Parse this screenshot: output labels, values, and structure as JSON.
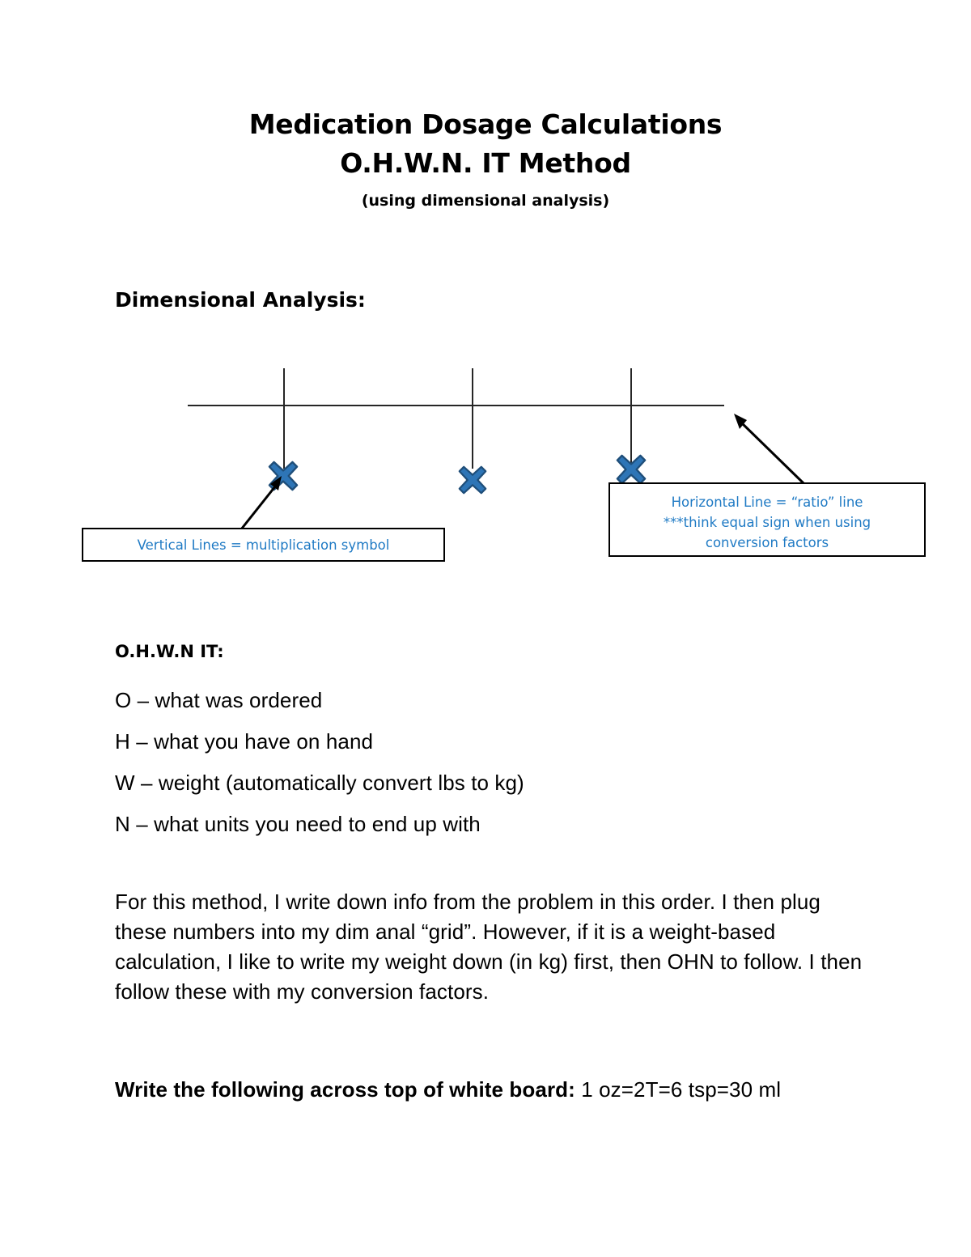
{
  "document": {
    "title_line_1": "Medication Dosage Calculations",
    "title_line_2": "O.H.W.N. IT Method",
    "title_line_3": "(using dimensional analysis)",
    "section_heading": "Dimensional Analysis:"
  },
  "diagram": {
    "callout_left": {
      "text": "Vertical Lines = multiplication symbol",
      "text_color": "#1F7AC4",
      "border_color": "#000000"
    },
    "callout_right": {
      "line_1": "Horizontal Line = “ratio” line",
      "line_2": "***think equal sign when using",
      "line_3": "conversion factors",
      "text_color": "#1F7AC4",
      "border_color": "#000000"
    },
    "marker_color_fill": "#2E75B6",
    "marker_color_stroke": "#1F4E79",
    "line_color": "#262626",
    "marker_count": 3,
    "vertical_line_count": 3
  },
  "ohwn": {
    "heading": "O.H.W.N IT:",
    "items": [
      "O – what was ordered",
      "H – what you have on hand",
      "W – weight (automatically convert lbs to kg)",
      "N – what units you need to end up with"
    ]
  },
  "paragraph": {
    "text": "For this method, I write down info from the problem in this order. I then plug these numbers into my dim anal “grid”. However, if it is a weight-based calculation, I like to write my weight down (in kg) first, then OHN to follow. I then follow these with my conversion factors."
  },
  "whiteboard": {
    "bold_prefix": "Write the following across top of white board:",
    "conversion": " 1 oz=2T=6 tsp=30 ml"
  }
}
